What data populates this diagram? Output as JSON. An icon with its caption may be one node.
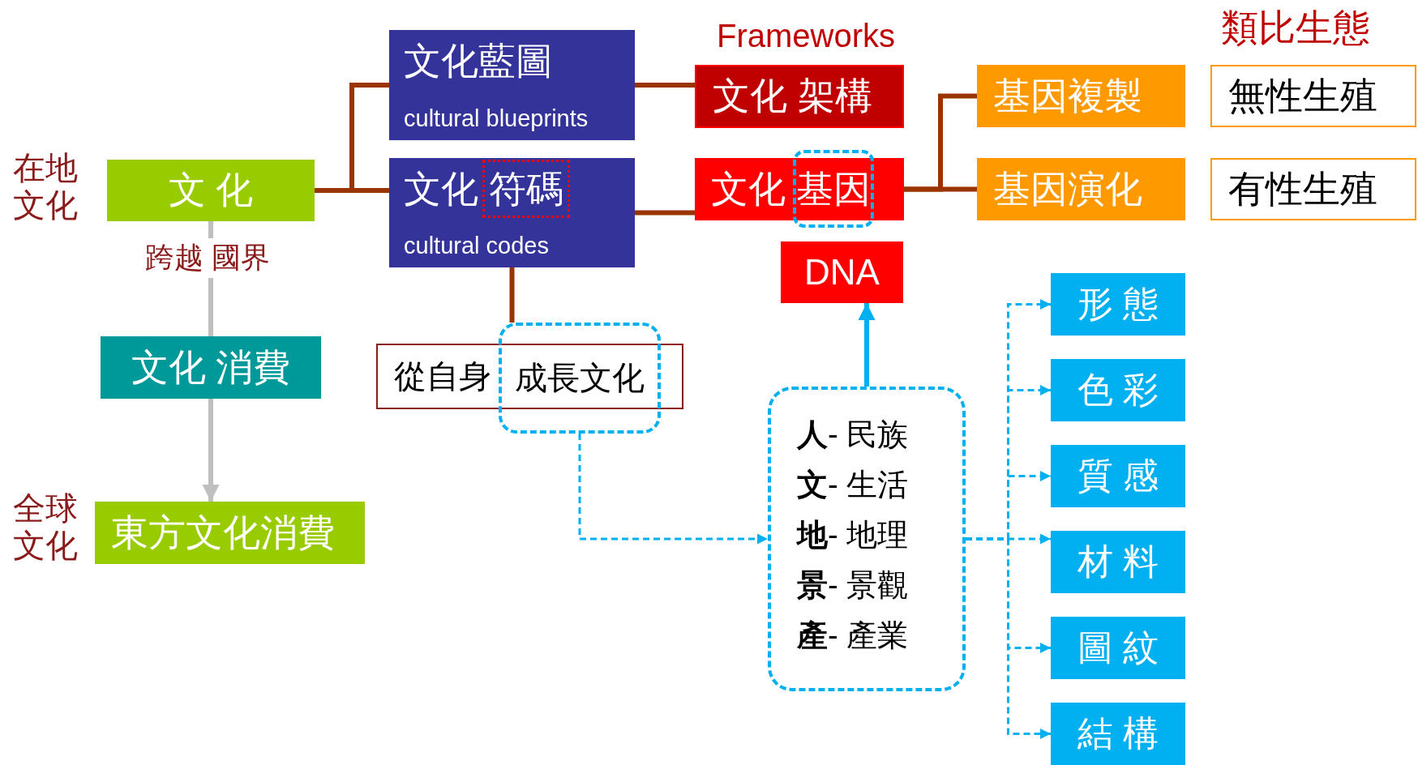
{
  "diagram": {
    "nodes": [
      {
        "text": [
          "文 化"
        ],
        "beside": [
          "在地文化"
        ]
      },
      {
        "text": [
          "文化藍圖",
          "cultural blueprints"
        ]
      },
      {
        "text": [
          "文化 符碼",
          "cultural codes"
        ]
      },
      {
        "text": [
          "文化 架構"
        ]
      },
      {
        "text": [
          "文化 基因"
        ]
      },
      {
        "text": [
          "DNA"
        ]
      },
      {
        "text": [
          "基因複製"
        ]
      },
      {
        "text": [
          "基因演化"
        ]
      },
      {
        "text": [
          "無性生殖"
        ]
      },
      {
        "text": [
          "有性生殖"
        ]
      },
      {
        "text": [
          "文化 消費"
        ]
      },
      {
        "text": [
          "東方文化消費"
        ],
        "beside": [
          "全球文化"
        ]
      },
      {
        "text": [
          "從自身"
        ]
      },
      {
        "text": [
          "成長文化"
        ]
      },
      {
        "text": [
          "**人**- 民族",
          "**文**- 生活",
          "**地**- 地理",
          "**景**- 景觀",
          "**產**- 產業"
        ]
      },
      {
        "text": [
          "形 態"
        ]
      },
      {
        "text": [
          "色 彩"
        ]
      },
      {
        "text": [
          "質 感"
        ]
      },
      {
        "text": [
          "材 料"
        ]
      },
      {
        "text": [
          "圖 紋"
        ]
      },
      {
        "text": [
          "結 構"
        ]
      }
    ],
    "edges": [
      {
        "from": 0,
        "to": 1,
        "arrow": "none",
        "color": "#993300"
      },
      {
        "from": 0,
        "to": 2,
        "arrow": "none",
        "color": "#993300"
      },
      {
        "from": 1,
        "to": 3,
        "arrow": "none",
        "color": "#993300"
      },
      {
        "from": 2,
        "to": 4,
        "arrow": "none",
        "color": "#993300"
      },
      {
        "from": 4,
        "to": 6,
        "arrow": "none",
        "color": "#993300"
      },
      {
        "from": 4,
        "to": 7,
        "arrow": "none",
        "color": "#993300"
      },
      {
        "from": 2,
        "to": 13,
        "arrow": "none",
        "color": "#993300"
      },
      {
        "from": 0,
        "to": 10,
        "arrow": "none",
        "color": "#bfbfbf",
        "label": "跨越 國界"
      },
      {
        "from": 10,
        "to": 11,
        "arrow": "to",
        "color": "#bfbfbf"
      },
      {
        "from": 13,
        "to": 14,
        "arrow": "to",
        "style": "dashed"
      },
      {
        "from": 14,
        "to": 5,
        "arrow": "to"
      },
      {
        "from": 14,
        "to": 15,
        "arrow": "to",
        "style": "dashed"
      },
      {
        "from": 14,
        "to": 16,
        "arrow": "to",
        "style": "dashed"
      },
      {
        "from": 14,
        "to": 17,
        "arrow": "to",
        "style": "dashed"
      },
      {
        "from": 14,
        "to": 18,
        "arrow": "to",
        "style": "dashed"
      },
      {
        "from": 14,
        "to": 19,
        "arrow": "to",
        "style": "dashed"
      },
      {
        "from": 14,
        "to": 20,
        "arrow": "to",
        "style": "dashed"
      }
    ],
    "labels": [
      "Frameworks",
      "類比生態"
    ]
  }
}
